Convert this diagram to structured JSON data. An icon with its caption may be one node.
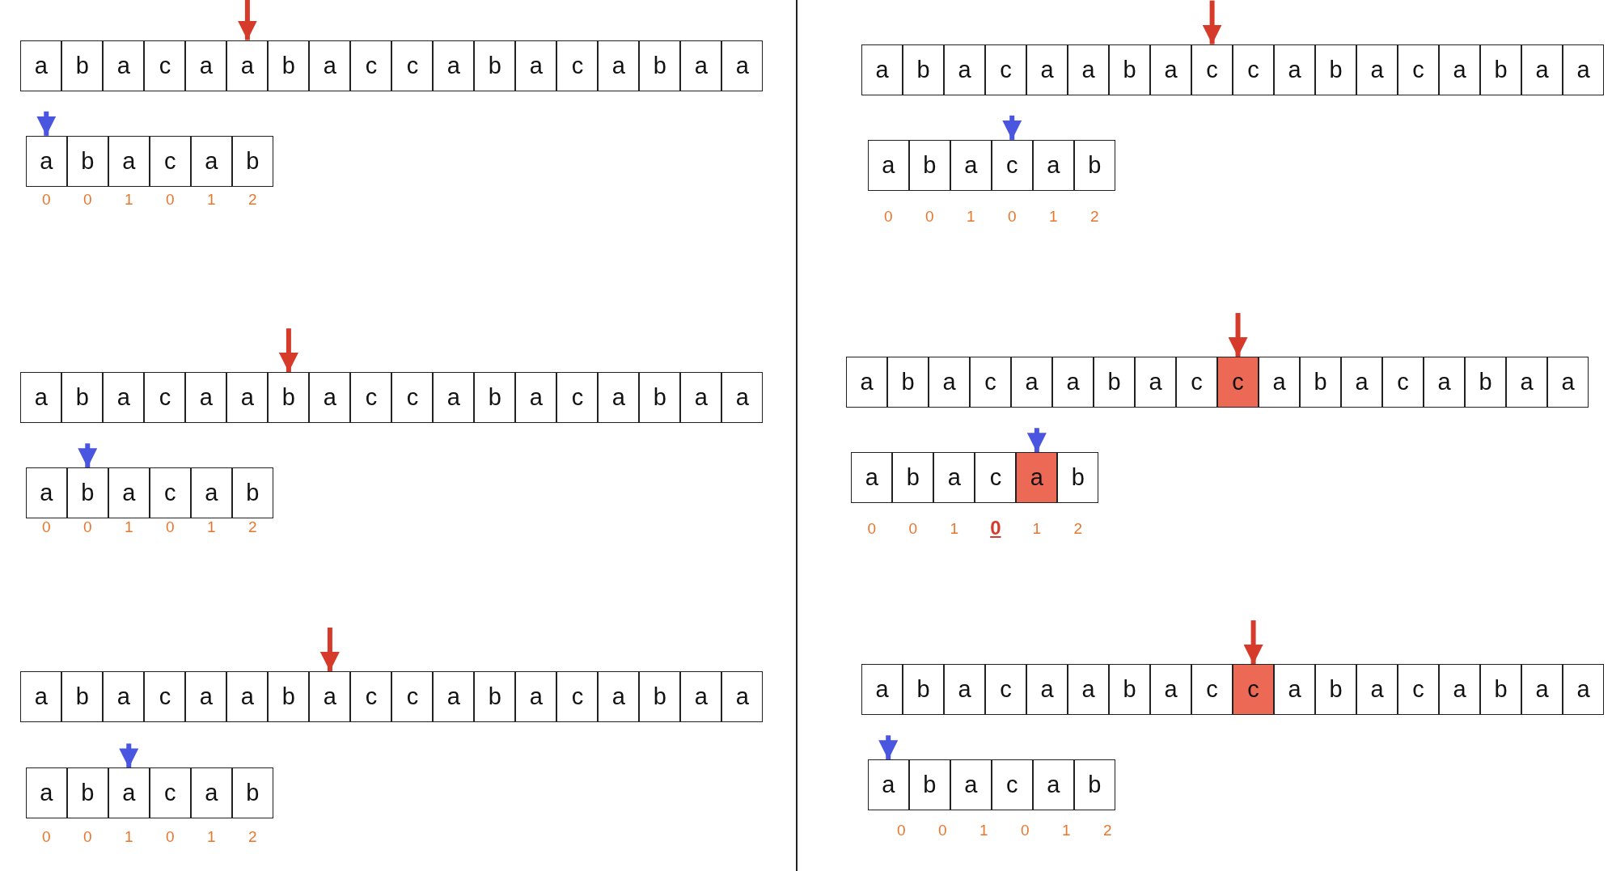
{
  "diagram": {
    "nodes": [
      {
        "text": [
          "a"
        ]
      },
      {
        "text": [
          "b"
        ]
      },
      {
        "text": [
          "a"
        ]
      },
      {
        "text": [
          "c"
        ]
      },
      {
        "text": [
          "a"
        ]
      },
      {
        "text": [
          "a"
        ]
      },
      {
        "text": [
          "b"
        ]
      },
      {
        "text": [
          "a"
        ]
      },
      {
        "text": [
          "c"
        ]
      },
      {
        "text": [
          "c"
        ]
      },
      {
        "text": [
          "a"
        ]
      },
      {
        "text": [
          "b"
        ]
      },
      {
        "text": [
          "a"
        ]
      },
      {
        "text": [
          "c"
        ]
      },
      {
        "text": [
          "a"
        ]
      },
      {
        "text": [
          "b"
        ]
      },
      {
        "text": [
          "a"
        ]
      },
      {
        "text": [
          "a"
        ]
      },
      {
        "text": [
          "a"
        ]
      },
      {
        "text": [
          "b"
        ]
      },
      {
        "text": [
          "a"
        ]
      },
      {
        "text": [
          "c"
        ]
      },
      {
        "text": [
          "a"
        ]
      },
      {
        "text": [
          "b"
        ]
      },
      {
        "text": [
          "a"
        ]
      },
      {
        "text": [
          "b"
        ]
      },
      {
        "text": [
          "a"
        ]
      },
      {
        "text": [
          "c"
        ]
      },
      {
        "text": [
          "a"
        ]
      },
      {
        "text": [
          "a"
        ]
      },
      {
        "text": [
          "b"
        ]
      },
      {
        "text": [
          "a"
        ]
      },
      {
        "text": [
          "c"
        ]
      },
      {
        "text": [
          "c"
        ]
      },
      {
        "text": [
          "a"
        ]
      },
      {
        "text": [
          "b"
        ]
      },
      {
        "text": [
          "a"
        ]
      },
      {
        "text": [
          "c"
        ]
      },
      {
        "text": [
          "a"
        ]
      },
      {
        "text": [
          "b"
        ]
      },
      {
        "text": [
          "a"
        ]
      },
      {
        "text": [
          "a"
        ]
      },
      {
        "text": [
          "a"
        ]
      },
      {
        "text": [
          "b"
        ]
      },
      {
        "text": [
          "a"
        ]
      },
      {
        "text": [
          "c"
        ]
      },
      {
        "text": [
          "a"
        ]
      },
      {
        "text": [
          "b"
        ]
      },
      {
        "text": [
          "a"
        ]
      },
      {
        "text": [
          "b"
        ]
      },
      {
        "text": [
          "a"
        ]
      },
      {
        "text": [
          "c"
        ]
      },
      {
        "text": [
          "a"
        ]
      },
      {
        "text": [
          "a"
        ]
      },
      {
        "text": [
          "b"
        ]
      },
      {
        "text": [
          "a"
        ]
      },
      {
        "text": [
          "c"
        ]
      },
      {
        "text": [
          "c"
        ]
      },
      {
        "text": [
          "a"
        ]
      },
      {
        "text": [
          "b"
        ]
      },
      {
        "text": [
          "a"
        ]
      },
      {
        "text": [
          "c"
        ]
      },
      {
        "text": [
          "a"
        ]
      },
      {
        "text": [
          "b"
        ]
      },
      {
        "text": [
          "a"
        ]
      },
      {
        "text": [
          "a"
        ]
      },
      {
        "text": [
          "a"
        ]
      },
      {
        "text": [
          "b"
        ]
      },
      {
        "text": [
          "a"
        ]
      },
      {
        "text": [
          "c"
        ]
      },
      {
        "text": [
          "a"
        ]
      },
      {
        "text": [
          "b"
        ]
      },
      {
        "text": [
          "a"
        ]
      },
      {
        "text": [
          "b"
        ]
      },
      {
        "text": [
          "a"
        ]
      },
      {
        "text": [
          "c"
        ]
      },
      {
        "text": [
          "a"
        ]
      },
      {
        "text": [
          "a"
        ]
      },
      {
        "text": [
          "b"
        ]
      },
      {
        "text": [
          "a"
        ]
      },
      {
        "text": [
          "c"
        ]
      },
      {
        "text": [
          "c"
        ]
      },
      {
        "text": [
          "a"
        ]
      },
      {
        "text": [
          "b"
        ]
      },
      {
        "text": [
          "a"
        ]
      },
      {
        "text": [
          "c"
        ]
      },
      {
        "text": [
          "a"
        ]
      },
      {
        "text": [
          "b"
        ]
      },
      {
        "text": [
          "a"
        ]
      },
      {
        "text": [
          "a"
        ]
      },
      {
        "text": [
          "a"
        ]
      },
      {
        "text": [
          "b"
        ]
      },
      {
        "text": [
          "a"
        ]
      },
      {
        "text": [
          "c"
        ]
      },
      {
        "text": [
          "a"
        ]
      },
      {
        "text": [
          "b"
        ]
      },
      {
        "text": [
          "a"
        ]
      },
      {
        "text": [
          "b"
        ]
      },
      {
        "text": [
          "a"
        ]
      },
      {
        "text": [
          "c"
        ]
      },
      {
        "text": [
          "a"
        ]
      },
      {
        "text": [
          "a"
        ]
      },
      {
        "text": [
          "b"
        ]
      },
      {
        "text": [
          "a"
        ]
      },
      {
        "text": [
          "c"
        ]
      },
      {
        "text": [
          "c"
        ]
      },
      {
        "text": [
          "a"
        ]
      },
      {
        "text": [
          "b"
        ]
      },
      {
        "text": [
          "a"
        ]
      },
      {
        "text": [
          "c"
        ]
      },
      {
        "text": [
          "a"
        ]
      },
      {
        "text": [
          "b"
        ]
      },
      {
        "text": [
          "a"
        ]
      },
      {
        "text": [
          "a"
        ]
      },
      {
        "text": [
          "a"
        ]
      },
      {
        "text": [
          "b"
        ]
      },
      {
        "text": [
          "a"
        ]
      },
      {
        "text": [
          "c"
        ]
      },
      {
        "text": [
          "a"
        ]
      },
      {
        "text": [
          "b"
        ]
      },
      {
        "text": [
          "a"
        ]
      },
      {
        "text": [
          "b"
        ]
      },
      {
        "text": [
          "a"
        ]
      },
      {
        "text": [
          "c"
        ]
      },
      {
        "text": [
          "a"
        ]
      },
      {
        "text": [
          "a"
        ]
      },
      {
        "text": [
          "b"
        ]
      },
      {
        "text": [
          "a"
        ]
      },
      {
        "text": [
          "c"
        ]
      },
      {
        "text": [
          "c"
        ]
      },
      {
        "text": [
          "a"
        ]
      },
      {
        "text": [
          "b"
        ]
      },
      {
        "text": [
          "a"
        ]
      },
      {
        "text": [
          "c"
        ]
      },
      {
        "text": [
          "a"
        ]
      },
      {
        "text": [
          "b"
        ]
      },
      {
        "text": [
          "a"
        ]
      },
      {
        "text": [
          "a"
        ]
      },
      {
        "text": [
          "a"
        ]
      },
      {
        "text": [
          "b"
        ]
      },
      {
        "text": [
          "a"
        ]
      },
      {
        "text": [
          "c"
        ]
      },
      {
        "text": [
          "a"
        ]
      },
      {
        "text": [
          "b"
        ]
      }
    ],
    "edges": [
      {
        "from": null,
        "to": 5,
        "arrow": "to",
        "color": "#d63a2a"
      },
      {
        "from": null,
        "to": 18,
        "arrow": "to",
        "color": "#4a55e0"
      },
      {
        "from": null,
        "to": 30,
        "arrow": "to",
        "color": "#d63a2a"
      },
      {
        "from": null,
        "to": 43,
        "arrow": "to",
        "color": "#4a55e0"
      },
      {
        "from": null,
        "to": 55,
        "arrow": "to",
        "color": "#d63a2a"
      },
      {
        "from": null,
        "to": 68,
        "arrow": "to",
        "color": "#4a55e0"
      },
      {
        "from": null,
        "to": 80,
        "arrow": "to",
        "color": "#d63a2a"
      },
      {
        "from": null,
        "to": 93,
        "arrow": "to",
        "color": "#4a55e0"
      },
      {
        "from": null,
        "to": 105,
        "arrow": "to",
        "color": "#d63a2a"
      },
      {
        "from": null,
        "to": 118,
        "arrow": "to",
        "color": "#4a55e0"
      },
      {
        "from": null,
        "to": 129,
        "arrow": "to",
        "color": "#d63a2a"
      },
      {
        "from": null,
        "to": 138,
        "arrow": "to",
        "color": "#4a55e0"
      }
    ],
    "labels": [
      "0",
      "0",
      "1",
      "0",
      "1",
      "2",
      "0",
      "0",
      "1",
      "0",
      "1",
      "2",
      "0",
      "0",
      "1",
      "0",
      "1",
      "2",
      "0",
      "0",
      "1",
      "0",
      "1",
      "2",
      "0",
      "0",
      "1",
      "0",
      "1",
      "2",
      "0",
      "0",
      "1",
      "0",
      "1",
      "2"
    ]
  }
}
